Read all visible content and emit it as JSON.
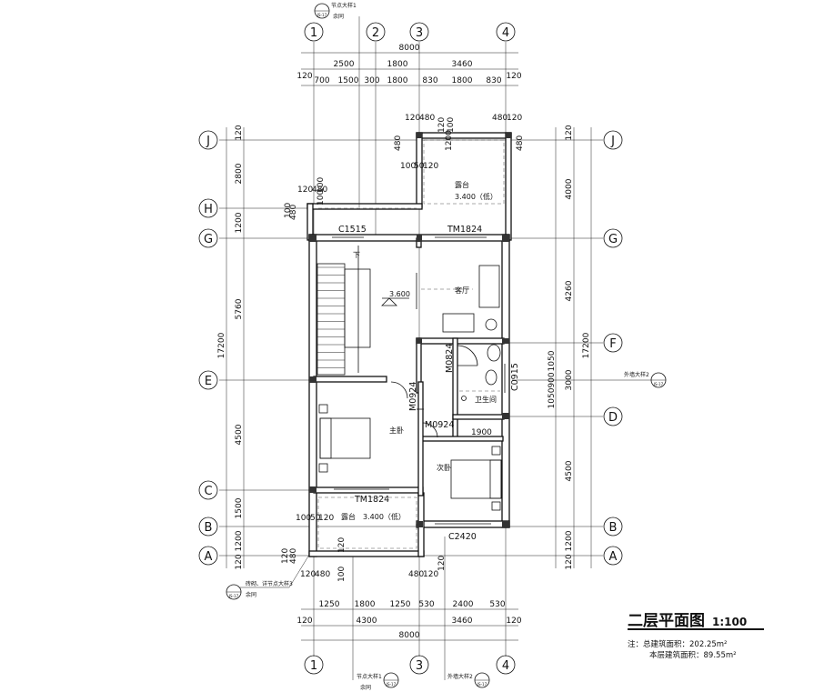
{
  "drawing": {
    "title": "二层平面图",
    "scale": "1:100",
    "notes": [
      {
        "label": "注：总建筑面积：",
        "value": "202.25m²"
      },
      {
        "label": "本层建筑面积：",
        "value": "89.55m²"
      }
    ]
  },
  "axes": {
    "vertical": [
      "1",
      "2",
      "3",
      "4"
    ],
    "horizontal": [
      "J",
      "H",
      "G",
      "F",
      "E",
      "D",
      "C",
      "B",
      "A"
    ]
  },
  "dims_top": {
    "total": "8000",
    "row1": [
      "120",
      "2500",
      "1800",
      "3460",
      "120"
    ],
    "row2": [
      "700",
      "1500",
      "300",
      "1800",
      "830",
      "1800",
      "830"
    ]
  },
  "dims_bottom": {
    "total": "8000",
    "row1": [
      "120",
      "4300",
      "3460",
      "120"
    ],
    "row2": [
      "1250",
      "1800",
      "1250",
      "530",
      "2400",
      "530"
    ]
  },
  "dims_left": {
    "total": "17200",
    "row": [
      "120",
      "2800",
      "1200",
      "5760",
      "4500",
      "1500",
      "1200",
      "120"
    ]
  },
  "dims_right": {
    "total": "17200",
    "row": [
      "120",
      "4000",
      "4260",
      "3000",
      "4500",
      "1200",
      "120"
    ],
    "sub": [
      "1050",
      "900",
      "1050"
    ]
  },
  "small_dims": [
    "120",
    "480",
    "120",
    "480",
    "480",
    "120",
    "100",
    "50",
    "120",
    "1200",
    "100",
    "480",
    "120",
    "480",
    "100",
    "50",
    "120",
    "480",
    "120",
    "480",
    "100",
    "50",
    "120",
    "480",
    "120",
    "1900"
  ],
  "rooms": [
    {
      "name": "露台",
      "elev": "3.400（低）"
    },
    {
      "name": "客厅"
    },
    {
      "name": "卫生间"
    },
    {
      "name": "主卧"
    },
    {
      "name": "次卧"
    },
    {
      "name": "露台",
      "elev": "3.400（低）"
    },
    {
      "name": "下"
    }
  ],
  "level_mark": "3.600",
  "openings": [
    "C1515",
    "TM1824",
    "M0824",
    "C0915",
    "M0924",
    "M0924",
    "TM1824",
    "C2420"
  ],
  "callouts": [
    {
      "text": "节点大样1",
      "sub": "余同",
      "ref": "JS-17"
    },
    {
      "text": "外墙大样2",
      "ref": "JS-17"
    },
    {
      "text": "砖砌、详节点大样3",
      "sub": "余同",
      "ref": "JS-17"
    },
    {
      "text": "节点大样1",
      "sub": "余同",
      "ref": "JS-17"
    },
    {
      "text": "外墙大样2",
      "ref": "JS-17"
    }
  ]
}
